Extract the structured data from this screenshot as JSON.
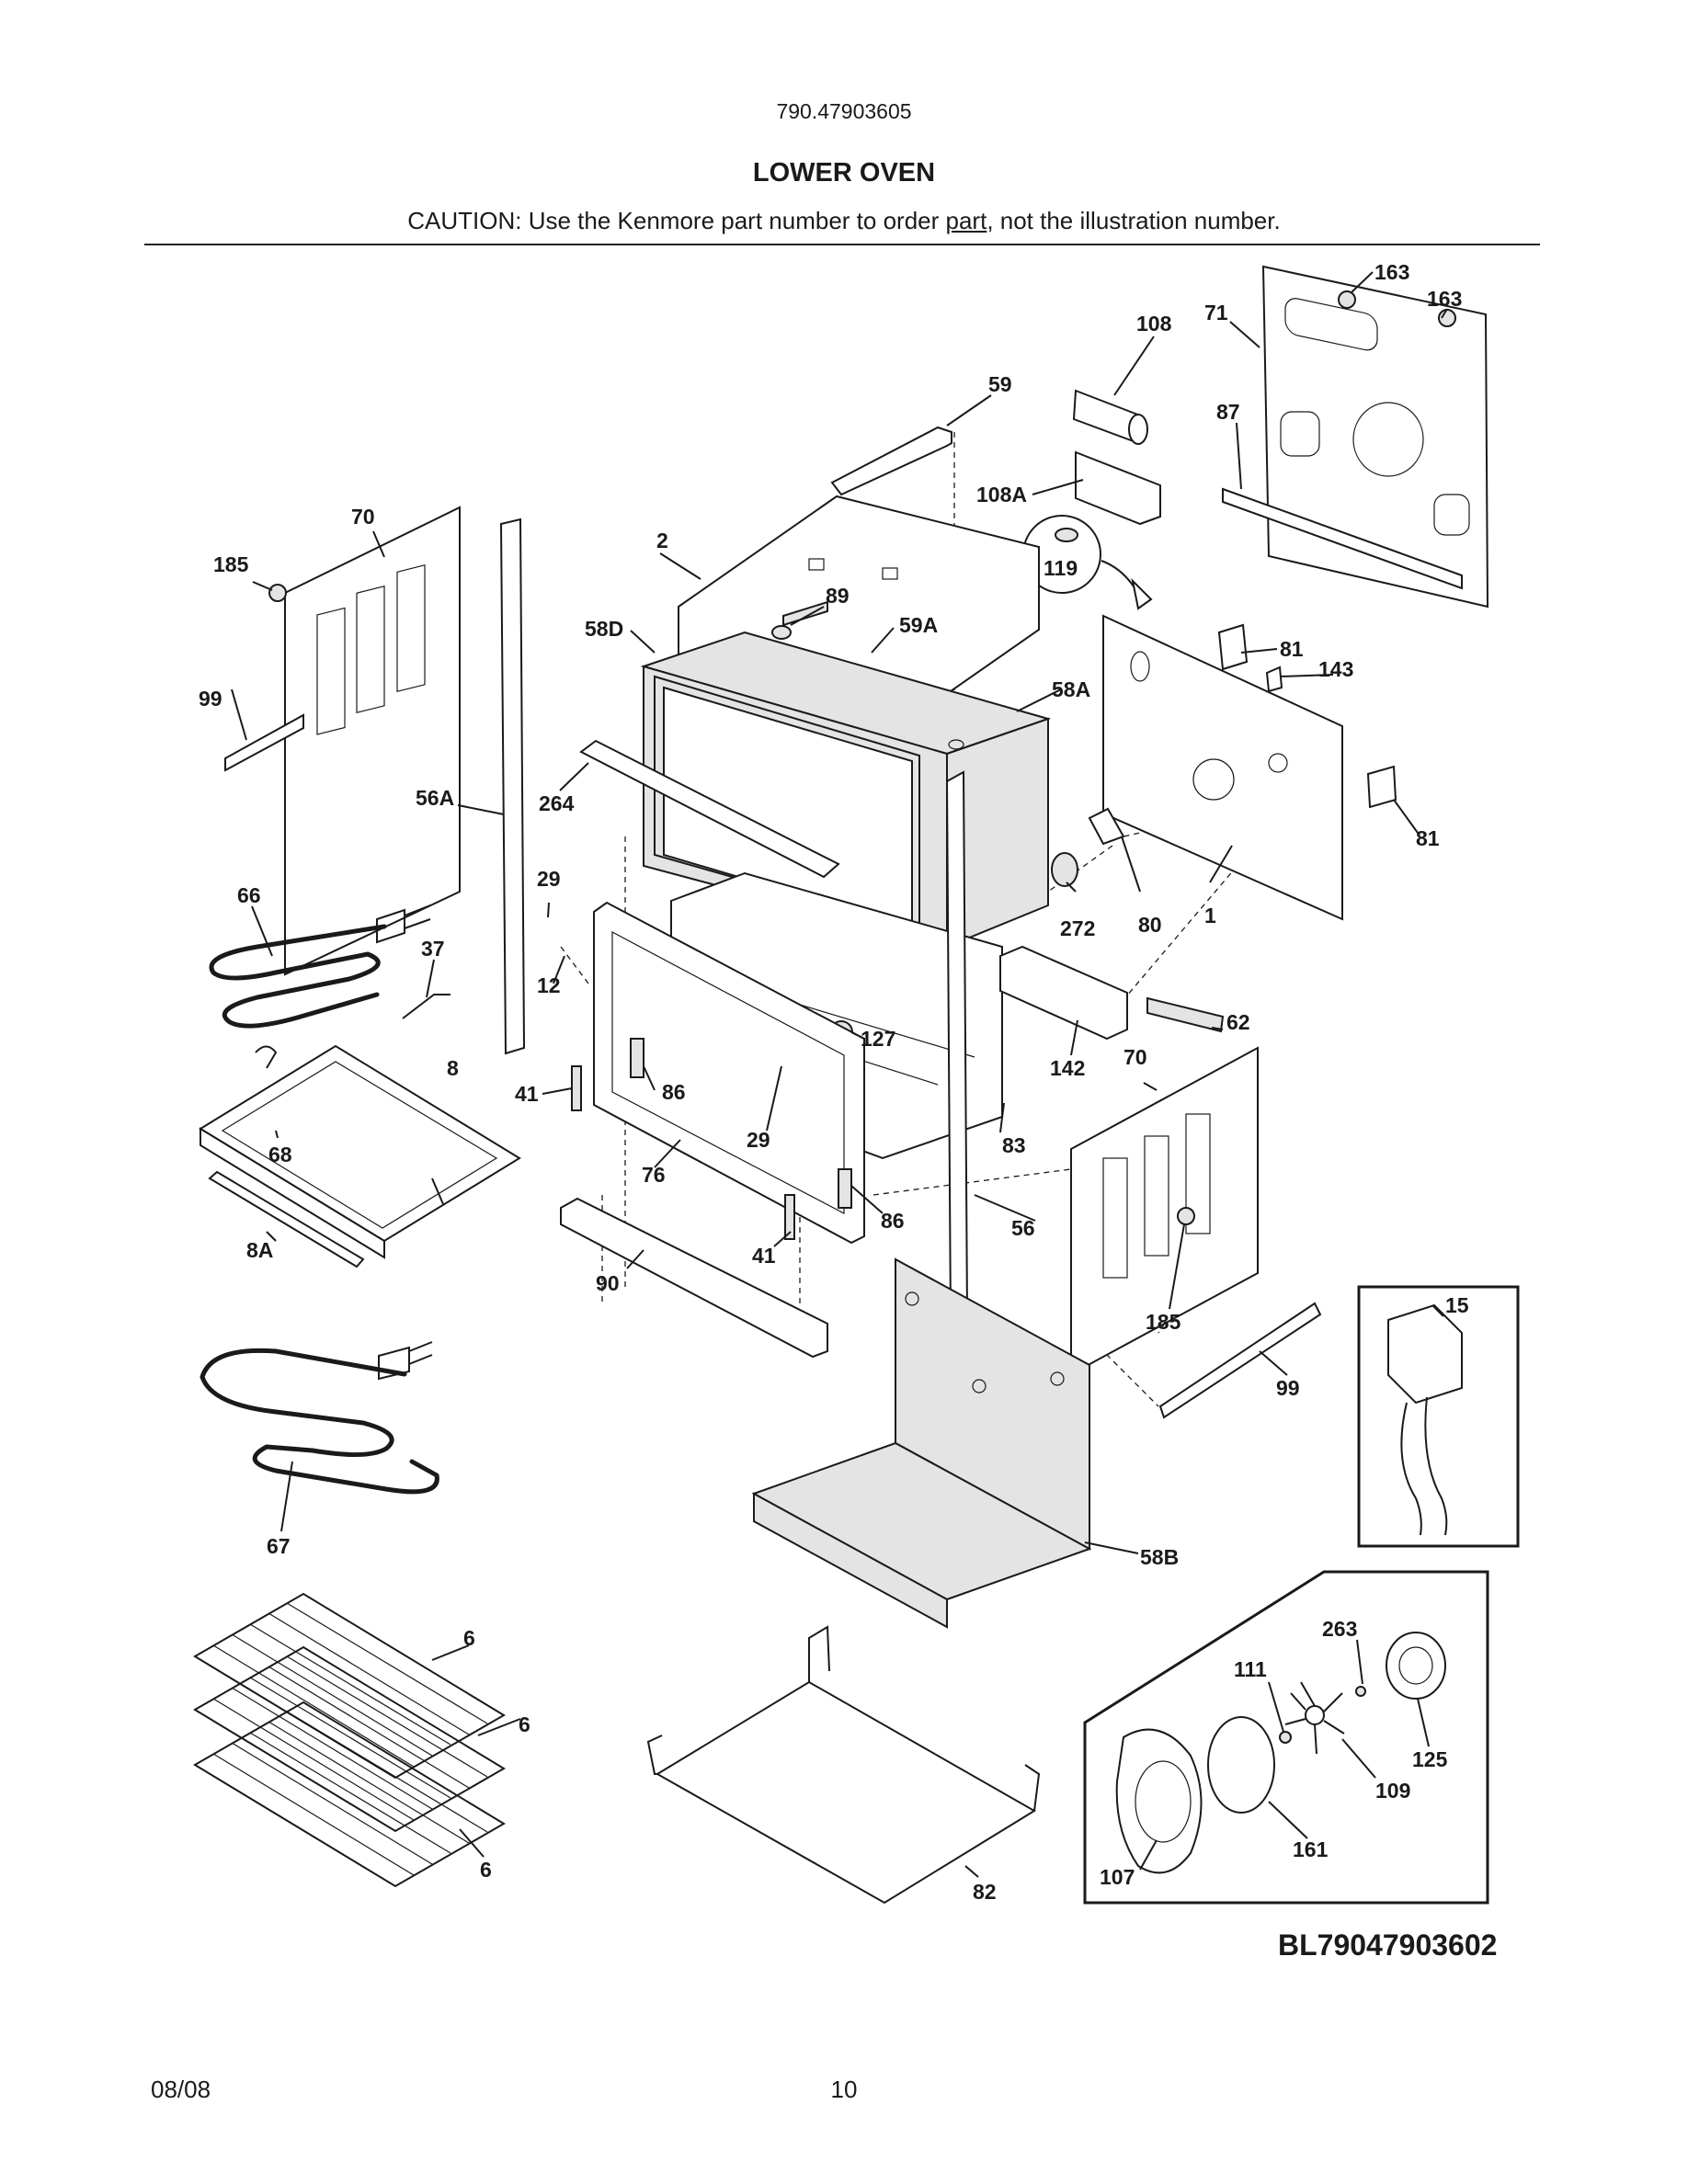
{
  "header": {
    "model_number": "790.47903605",
    "title": "LOWER OVEN",
    "caution_before": "CAUTION: Use the Kenmore part number to order ",
    "caution_underlined": "part",
    "caution_after": ", not the illustration number."
  },
  "callouts": {
    "c163a": "163",
    "c163b": "163",
    "c71": "71",
    "c108": "108",
    "c59": "59",
    "c87": "87",
    "c108A": "108A",
    "c119": "119",
    "c70a": "70",
    "c185a": "185",
    "c2": "2",
    "c89": "89",
    "c58D": "58D",
    "c59A": "59A",
    "c81a": "81",
    "c143": "143",
    "c99a": "99",
    "c58A": "58A",
    "c56A": "56A",
    "c264": "264",
    "c81b": "81",
    "c29a": "29",
    "c66": "66",
    "c37": "37",
    "c272": "272",
    "c80": "80",
    "c1": "1",
    "c12": "12",
    "c62": "62",
    "c127": "127",
    "c8": "8",
    "c142": "142",
    "c70b": "70",
    "c68": "68",
    "c41a": "41",
    "c86a": "86",
    "c29b": "29",
    "c83": "83",
    "c76": "76",
    "c86b": "86",
    "c56": "56",
    "c8A": "8A",
    "c41b": "41",
    "c90": "90",
    "c15": "15",
    "c185b": "185",
    "c99b": "99",
    "c67": "67",
    "c58B": "58B",
    "c263": "263",
    "c6a": "6",
    "c111": "111",
    "c6b": "6",
    "c125": "125",
    "c109": "109",
    "c6c": "6",
    "c161": "161",
    "c107": "107",
    "c82": "82"
  },
  "diagram_code": "BL79047903602",
  "footer": {
    "date": "08/08",
    "page": "10"
  }
}
